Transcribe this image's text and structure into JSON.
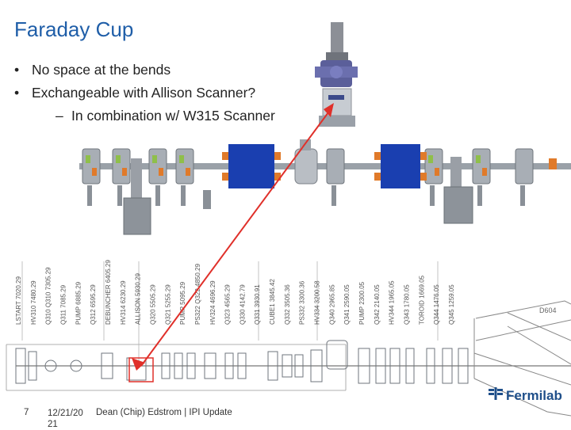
{
  "slide": {
    "title": "Faraday Cup",
    "bullets": [
      {
        "text": "No space at the bends"
      },
      {
        "text": "Exchangeable with Allison Scanner?"
      },
      {
        "text": "In combination w/ W315 Scanner"
      }
    ],
    "bullet_symbol": "•",
    "sub_symbol": "–"
  },
  "beamline_labels": [
    "LSTART 7020.29",
    "HV310 7480.29",
    "Q310 Q310 7305.29",
    "Q311 7085.29",
    "PUMP 6885.29",
    "Q312 6595.29",
    "DEBUNCHER 6405.29",
    "HV314 6230.29",
    "ALLISON 5930.29",
    "Q320 5505.29",
    "Q321 5255.29",
    "PUMP 5095.29",
    "PS322 Q322 4850.29",
    "HV324 4696.29",
    "Q323 4565.29",
    "Q330 4142.79",
    "Q331 3930.91",
    "CUBE1 3845.42",
    "Q332 3505.36",
    "PS332 3300.36",
    "HV334 3200.58",
    "Q340 2965.85",
    "Q341 2590.05",
    "PUMP 2300.05",
    "Q342 2140.05",
    "HV344 1965.05",
    "Q343 1780.05",
    "TOROID 1669.05",
    "Q344 1476.05",
    "Q345 1259.05"
  ],
  "bend_label": "D604",
  "footer": {
    "page_number": "7",
    "date_line1": "12/21/20",
    "date_line2": "21",
    "author": "Dean (Chip) Edstrom | IPI Update"
  },
  "logo": {
    "text": "Fermilab"
  },
  "colors": {
    "title": "#1f5ea8",
    "arrow": "#e0302a",
    "dipole": "#1a3fb0",
    "accent_orange": "#e07a2a"
  }
}
